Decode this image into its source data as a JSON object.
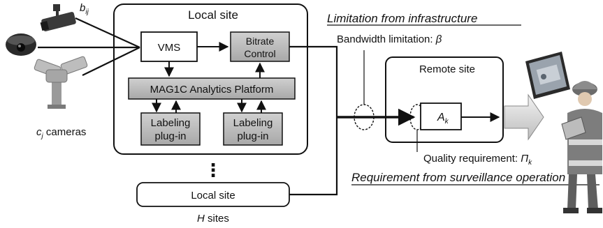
{
  "local_site_main": {
    "title": "Local site"
  },
  "vms": {
    "label": "VMS"
  },
  "bitrate": {
    "line1": "Bitrate",
    "line2": "Control"
  },
  "analytics": {
    "label": "MAG1C Analytics Platform"
  },
  "labeling_left": {
    "line1": "Labeling",
    "line2": "plug-in"
  },
  "labeling_right": {
    "line1": "Labeling",
    "line2": "plug-in"
  },
  "link_label": {
    "sym": "b",
    "sub": "ij"
  },
  "cameras_label": {
    "sym": "c",
    "sub": "j",
    "text": " cameras"
  },
  "local_site_2": {
    "label": "Local site"
  },
  "h_sites": {
    "sym": "H",
    "text": " sites"
  },
  "remote": {
    "title": "Remote site",
    "sym": "A",
    "sub": "k"
  },
  "limitation": {
    "title": "Limitation from infrastructure",
    "bandwidth": "Bandwidth limitation: ",
    "beta": "β"
  },
  "requirement": {
    "quality": "Quality requirement: ",
    "pi": "Π",
    "sub": "k",
    "title": "Requirement from surveillance operation"
  },
  "dots": "⋮",
  "colors": {
    "box_gray": "#b8b8b8",
    "line": "#111111",
    "arrow_fill": "#d9d9d9"
  },
  "icons": [
    "bullet-camera-icon",
    "dome-camera-icon",
    "ptz-camera-icon",
    "tablet-icon",
    "firefighter-icon"
  ]
}
